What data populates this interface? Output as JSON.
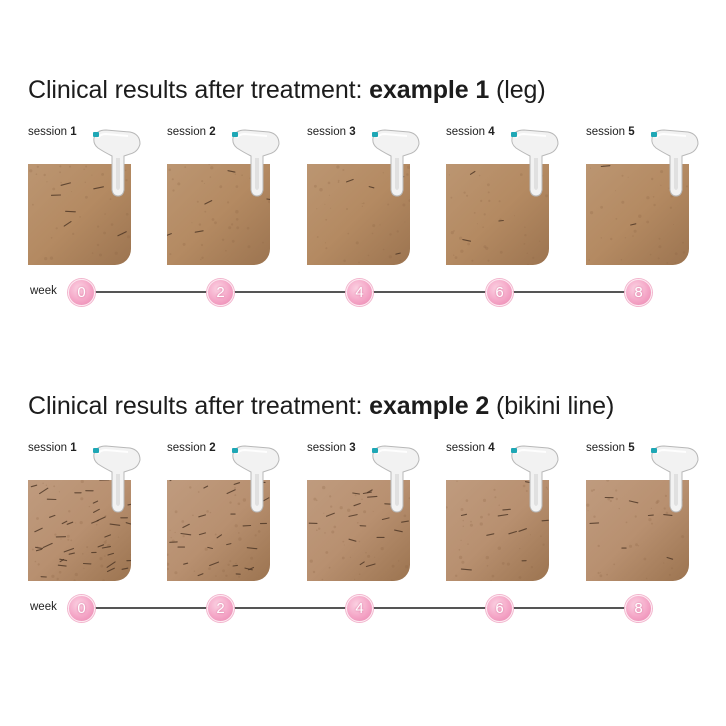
{
  "examples": [
    {
      "title_prefix": "Clinical results after treatment: ",
      "title_bold": "example 1",
      "title_suffix": " (leg)",
      "sessions": [
        {
          "label": "session",
          "number": "1"
        },
        {
          "label": "session",
          "number": "2"
        },
        {
          "label": "session",
          "number": "3"
        },
        {
          "label": "session",
          "number": "4"
        },
        {
          "label": "session",
          "number": "5"
        }
      ],
      "timeline_label": "week",
      "weeks": [
        "0",
        "2",
        "4",
        "6",
        "8"
      ]
    },
    {
      "title_prefix": "Clinical results after treatment: ",
      "title_bold": "example 2",
      "title_suffix": " (bikini line)",
      "sessions": [
        {
          "label": "session",
          "number": "1"
        },
        {
          "label": "session",
          "number": "2"
        },
        {
          "label": "session",
          "number": "3"
        },
        {
          "label": "session",
          "number": "4"
        },
        {
          "label": "session",
          "number": "5"
        }
      ],
      "timeline_label": "week",
      "weeks": [
        "0",
        "2",
        "4",
        "6",
        "8"
      ]
    }
  ],
  "colors": {
    "skin_example_1": "#b48a62",
    "skin_example_2": "#b89070",
    "week_dot": "#f4a5c6",
    "device_body": "#f2f2f2",
    "device_accent": "#1fa7b5"
  }
}
